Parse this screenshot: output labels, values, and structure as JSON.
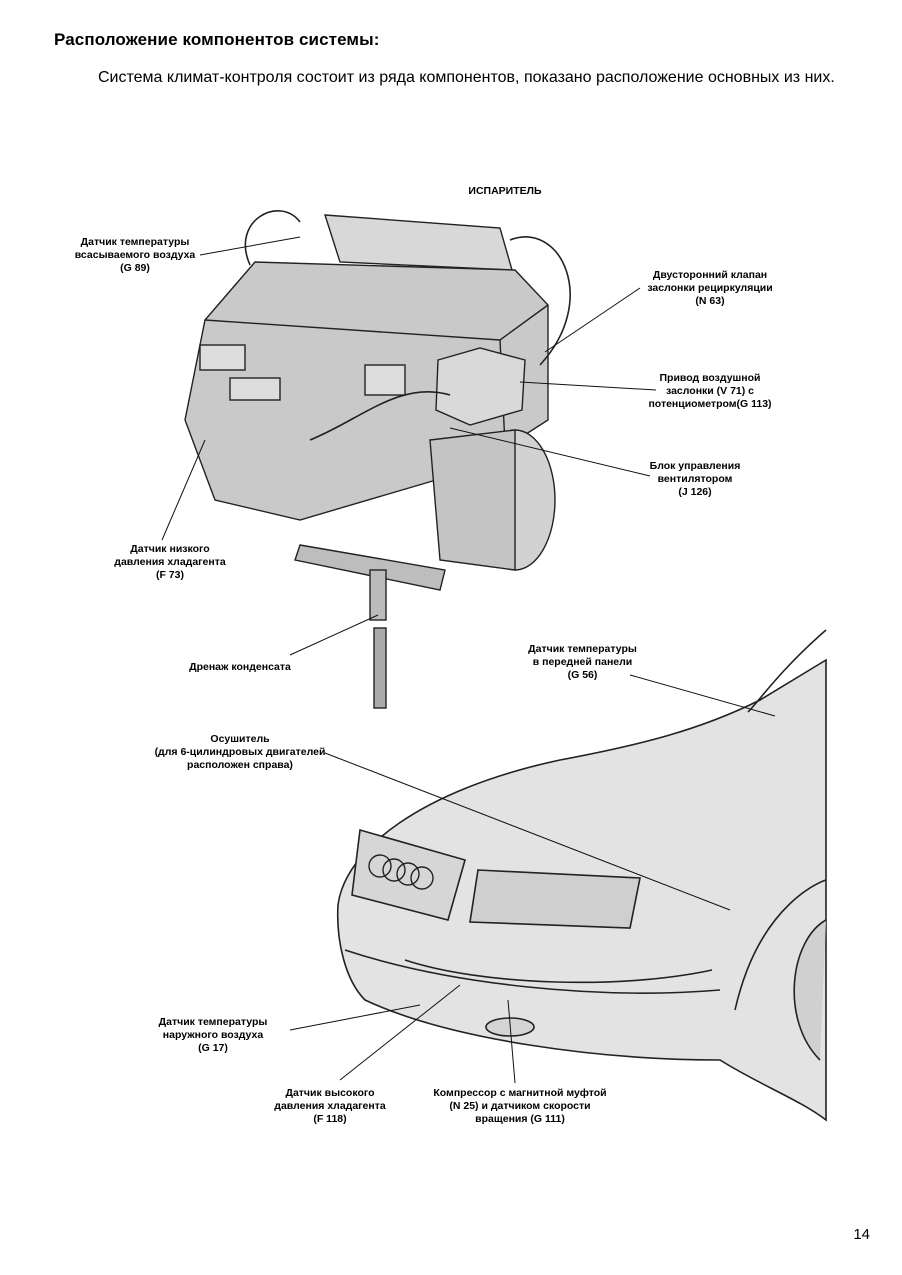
{
  "heading": "Расположение компонентов системы:",
  "intro": "Система климат-контроля состоит из ряда компонентов, показано расположение основных из них.",
  "labels": {
    "evaporator": "ИСПАРИТЕЛЬ",
    "intake_temp_sensor": "Датчик температуры\nвсасываемого воздуха\n(G 89)",
    "recirc_valve": "Двусторонний клапан\nзаслонки рециркуляции\n(N 63)",
    "air_flap_drive": "Привод воздушной\nзаслонки (V 71) с\nпотенциометром(G 113)",
    "fan_control_unit": "Блок управления\nвентилятором\n(J 126)",
    "low_pressure_sensor": "Датчик низкого\nдавления хладагента\n(F  73)",
    "condensate_drain": "Дренаж конденсата",
    "dash_temp_sensor": "Датчик температуры\nв передней панели\n(G 56)",
    "dryer": "Осушитель\n(для 6-цилиндровых двигателей\nрасположен справа)",
    "outside_temp_sensor": "Датчик температуры\nнаружного  воздуха\n(G 17)",
    "high_pressure_sensor": "Датчик высокого\nдавления хладагента\n(F 118)",
    "compressor": "Компрессор с магнитной муфтой\n(N 25) и датчиком скорости\nвращения (G 111)"
  },
  "page_number": "14"
}
